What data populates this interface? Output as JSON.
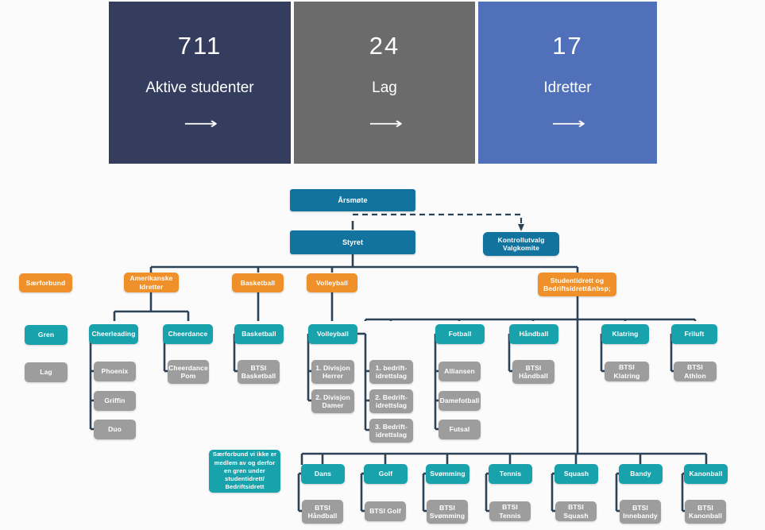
{
  "stats": {
    "cards": [
      {
        "value": "711",
        "label": "Aktive studenter",
        "arrow": "⟶",
        "color": "#343d5e"
      },
      {
        "value": "24",
        "label": "Lag",
        "arrow": "⟶",
        "color": "#6b6b6b"
      },
      {
        "value": "17",
        "label": "Idretter",
        "arrow": "⟶",
        "color": "#5070ba"
      }
    ]
  },
  "org_chart": {
    "colors": {
      "header": "#11739e",
      "sport": "#f0902a",
      "branch": "#18a2ab",
      "team": "#9d9d9d",
      "connector": "#2b4257",
      "background": "#fbfbfb"
    },
    "nodes": {
      "arsmote": "Årsmøte",
      "styret": "Styret",
      "kontrollutvalg": "Kontrollutvalg Valgkomite",
      "legend_saerforbund": "Særforbund",
      "legend_gren": "Gren",
      "legend_lag": "Lag",
      "amerikanske_idretter": "Amerikanske Idretter",
      "basketball_sport": "Basketball",
      "volleyball_sport": "Volleyball",
      "studentidrett": "Studentidrett og Bedriftsidrett&nbsp;",
      "cheerleading": "Cheerleading",
      "phoenix": "Phoenix",
      "griffin": "Griffin",
      "duo": "Duo",
      "cheerdance": "Cheerdance",
      "cheerdance_pom": "Cheerdance Pom",
      "basketball_branch": "Basketball",
      "btsi_basketball": "BTSI Basketball",
      "volleyball_branch": "Volleyball",
      "divisjon_1_herrer": "1. Divisjon Herrer",
      "divisjon_2_damer": "2. Divisjon Damer",
      "bedrift_1": "1. bedrift-idrettslag",
      "bedrift_2": "2. Bedrift-idrettslag",
      "bedrift_3": "3. Bedrift-idrettslag",
      "fotball": "Fotball",
      "alliansen": "Alliansen",
      "damefotball": "Damefotball",
      "futsal": "Futsal",
      "handball": "Håndball",
      "btsi_handball_top": "BTSI Håndball",
      "klatring": "Klatring",
      "btsi_klatring": "BTSI Klatring",
      "friluft": "Friluft",
      "btsi_athlon": "BTSI Athlon",
      "note": "Særforbund vi ikke er medlem av og derfor en gren under studentidrett/ Bedriftsidrett",
      "dans": "Dans",
      "btsi_handball_bottom": "BTSI Håndball",
      "golf": "Golf",
      "btsi_golf": "BTSI Golf",
      "svomming": "Svømming",
      "btsi_svomming": "BTSI Svømming",
      "tennis": "Tennis",
      "btsi_tennis": "BTSI Tennis",
      "squash": "Squash",
      "btsi_squash": "BTSI Squash",
      "bandy": "Bandy",
      "btsi_innebandy": "BTSI Innebandy",
      "kanonball": "Kanonball",
      "btsi_kanonball": "BTSI Kanonball"
    }
  }
}
